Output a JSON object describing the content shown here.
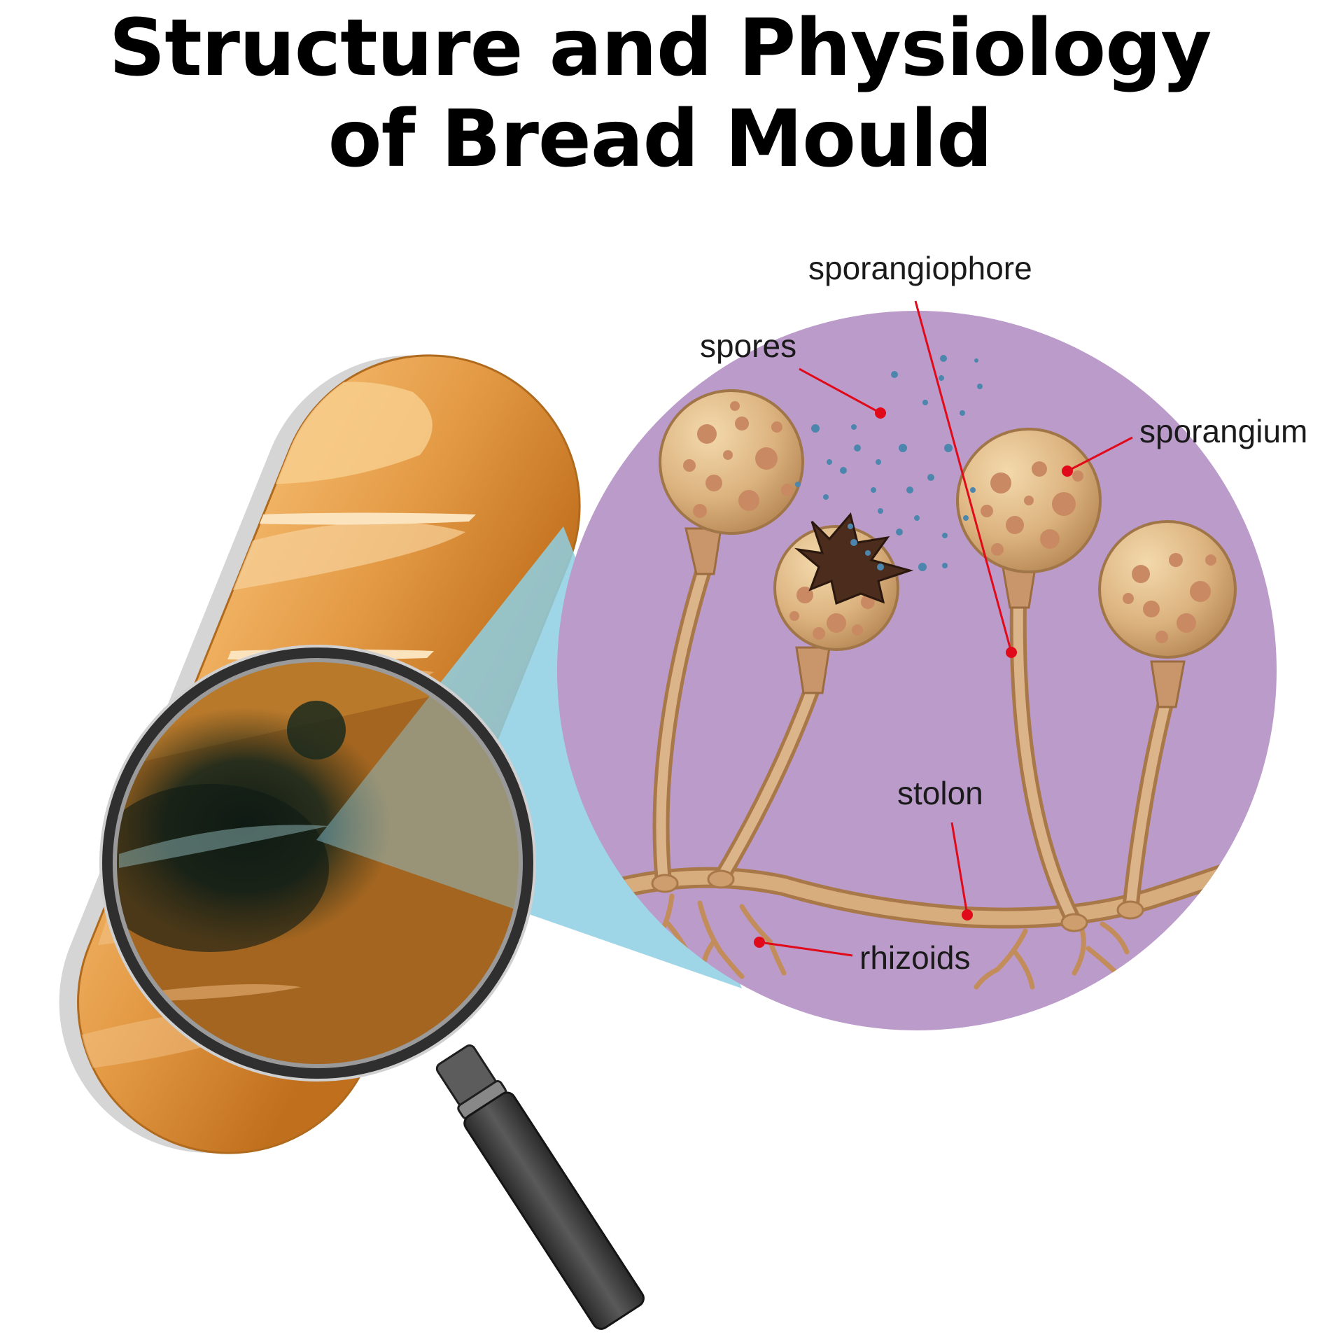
{
  "title": {
    "line1": "Structure and Physiology",
    "line2": "of Bread Mould"
  },
  "labels": {
    "sporangiophore": "sporangiophore",
    "spores": "spores",
    "sporangium": "sporangium",
    "stolon": "stolon",
    "rhizoids": "rhizoids"
  },
  "colors": {
    "background_circle": "#bb9bca",
    "magnifier_beam": "#8ecfe3",
    "leader_line": "#e10a1a",
    "bread": "#d98f3a",
    "sporangium": "#dcb383",
    "spore_dot": "#4c86ad"
  }
}
